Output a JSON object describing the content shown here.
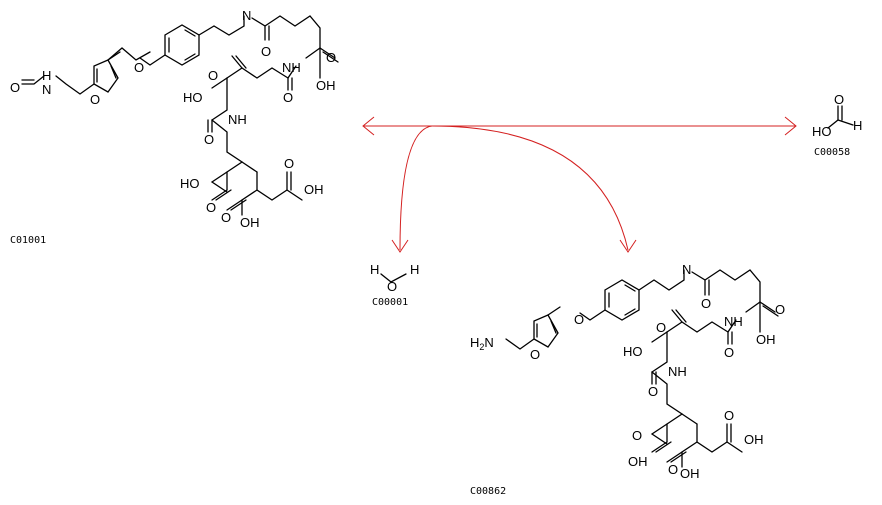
{
  "diagram": {
    "reaction_color": "#d42020",
    "compounds": [
      {
        "id": "C01001",
        "label": "C01001"
      },
      {
        "id": "C00058",
        "label": "C00058"
      },
      {
        "id": "C00001",
        "label": "C00001"
      },
      {
        "id": "C00862",
        "label": "C00862"
      }
    ],
    "atoms": {
      "N": "N",
      "O": "O",
      "H": "H",
      "NH": "NH",
      "HO": "HO",
      "OH": "OH",
      "H2N_main": "H",
      "H2N_sub": "2",
      "H2N_tail": "N"
    }
  }
}
